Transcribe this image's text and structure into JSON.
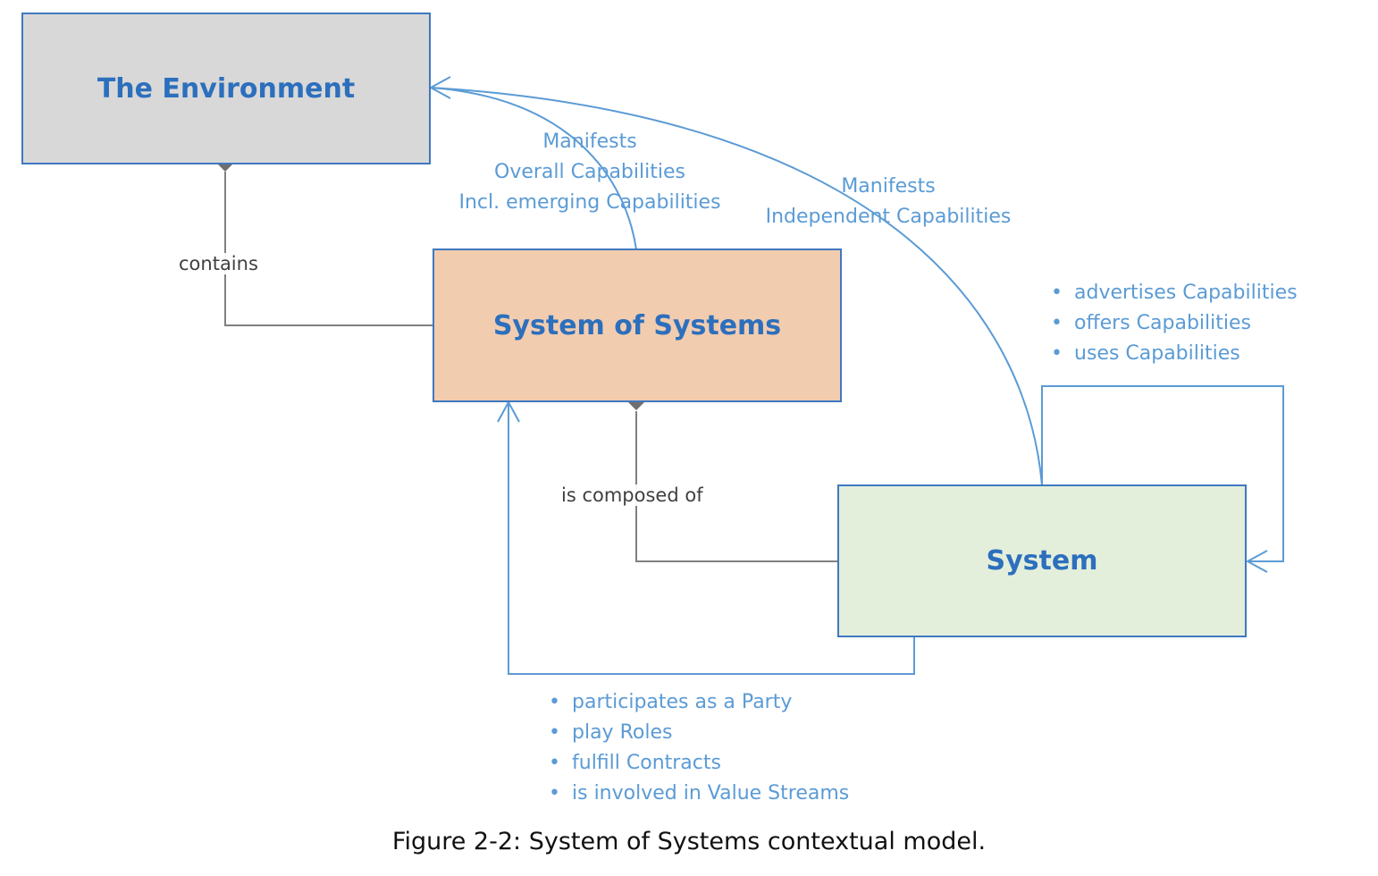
{
  "nodes": {
    "environment": {
      "label": "The Environment",
      "fill": "#d8d8d8"
    },
    "system_of_systems": {
      "label": "System of Systems",
      "fill": "#f2ccaf"
    },
    "system": {
      "label": "System",
      "fill": "#e3eedb"
    }
  },
  "relations": {
    "contains": "contains",
    "is_composed_of": "is composed of",
    "sos_manifests": [
      "Manifests",
      "Overall Capabilities",
      "Incl. emerging Capabilities"
    ],
    "system_manifests": [
      "Manifests",
      "Independent Capabilities"
    ],
    "self_capabilities": [
      "advertises Capabilities",
      "offers Capabilities",
      "uses Capabilities"
    ],
    "participation": [
      "participates as a Party",
      "play Roles",
      "fulfill Contracts",
      "is involved in Value Streams"
    ]
  },
  "caption": "Figure 2-2: System of Systems contextual model.",
  "colors": {
    "line_blue": "#5b9bd5",
    "line_gray": "#808080",
    "border": "#3f78c0"
  }
}
